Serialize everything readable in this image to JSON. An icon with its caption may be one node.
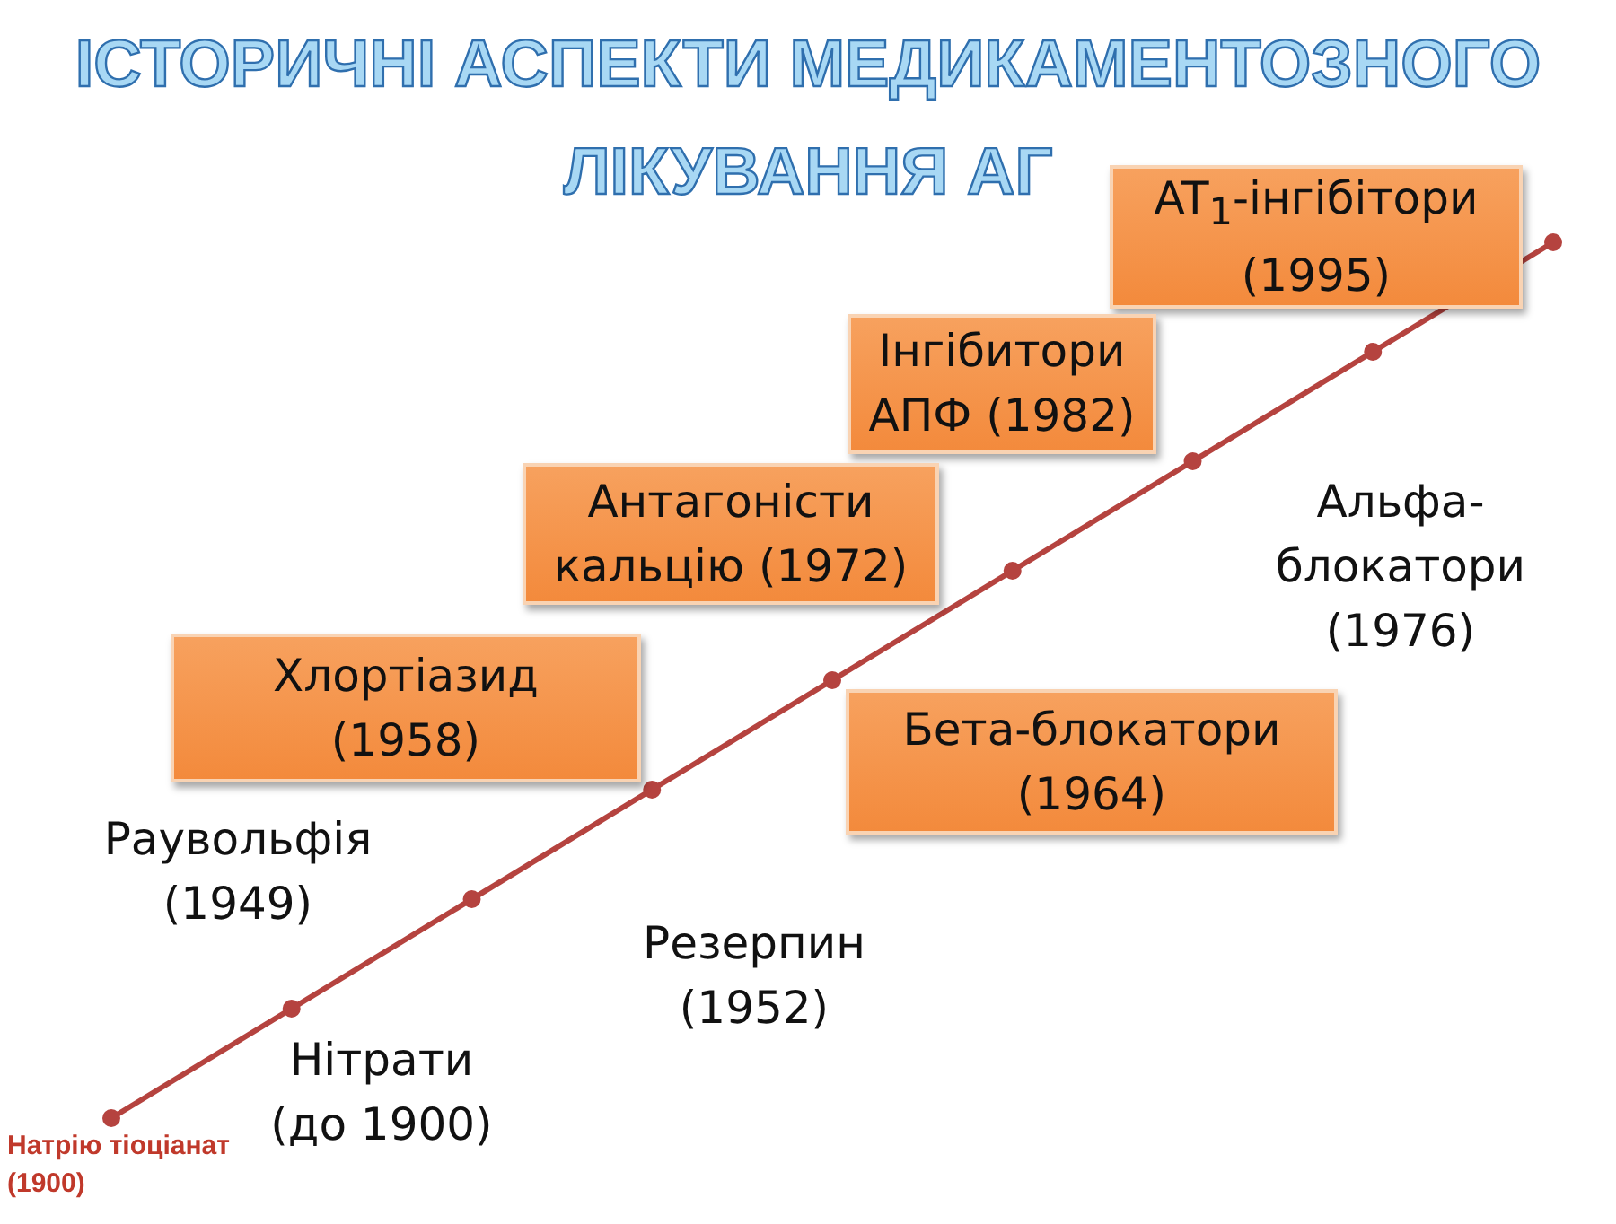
{
  "diagram": {
    "title": "ІСТОРИЧНІ АСПЕКТИ МЕДИКАМЕНТОЗНОГО ЛІКУВАННЯ АГ",
    "nodes": [
      {
        "text": [
          "AT$_{1}$-інгібітори (1995)"
        ]
      },
      {
        "text": [
          "Інгібитори АПФ (1982)"
        ]
      },
      {
        "text": [
          "Антагоністи кальцію (1972)"
        ]
      },
      {
        "text": [
          "Хлортіазид (1958)"
        ]
      },
      {
        "text": [
          "Бета-блокатори (1964)"
        ]
      }
    ],
    "labels": [
      "Альфа-блокатори (1976)",
      "Раувольфія (1949)",
      "Резерпин (1952)",
      "Нітрати (до 1900)",
      "Натрію тіоціанат (1900)"
    ]
  }
}
